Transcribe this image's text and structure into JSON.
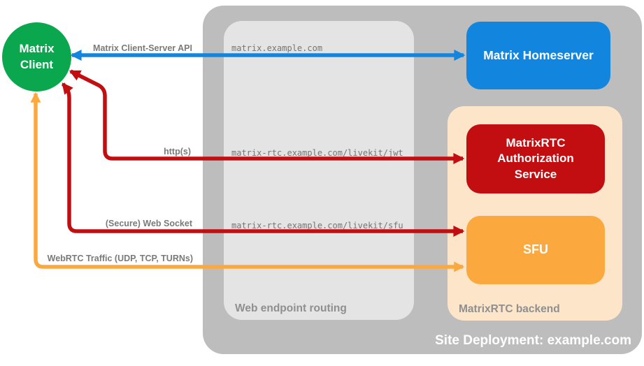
{
  "colors": {
    "green": "#0aa74f",
    "blue": "#1286df",
    "red": "#c20d11",
    "orange": "#fba93e",
    "peach": "#fce5c9",
    "container-gray": "#bdbdbd",
    "panel-gray": "#e4e4e4",
    "label-gray": "#8f8f8f",
    "arrow-label-gray": "#7a7a7a",
    "mono-gray": "#757575"
  },
  "containers": {
    "site": {
      "label": "Site Deployment: example.com"
    },
    "routing": {
      "label": "Web endpoint routing"
    },
    "backend": {
      "label": "MatrixRTC backend"
    }
  },
  "nodes": {
    "client": {
      "label": "Matrix Client",
      "shape": "circle",
      "color": "#0aa74f"
    },
    "homeserver": {
      "label": "Matrix Homeserver",
      "color": "#1286df"
    },
    "auth_service": {
      "label": "MatrixRTC Authorization Service",
      "color": "#c20d11"
    },
    "sfu": {
      "label": "SFU",
      "color": "#fba93e"
    }
  },
  "connections": [
    {
      "id": "client-server-api",
      "label": "Matrix Client-Server API",
      "endpoint": "matrix.example.com",
      "color": "#1286df",
      "from": "Matrix Client",
      "to": "Matrix Homeserver",
      "bidirectional": true
    },
    {
      "id": "https-jwt",
      "label": "http(s)",
      "endpoint": "matrix-rtc.example.com/livekit/jwt",
      "color": "#c20d11",
      "from": "Matrix Client",
      "to": "MatrixRTC Authorization Service",
      "bidirectional": true
    },
    {
      "id": "secure-web-socket",
      "label": "(Secure) Web Socket",
      "endpoint": "matrix-rtc.example.com/livekit/sfu",
      "color": "#c20d11",
      "from": "Matrix Client",
      "to": "SFU",
      "bidirectional": true
    },
    {
      "id": "webrtc-traffic",
      "label": "WebRTC Traffic (UDP, TCP, TURNs)",
      "endpoint": "",
      "color": "#fba93e",
      "from": "Matrix Client",
      "to": "SFU",
      "bidirectional": true
    }
  ]
}
